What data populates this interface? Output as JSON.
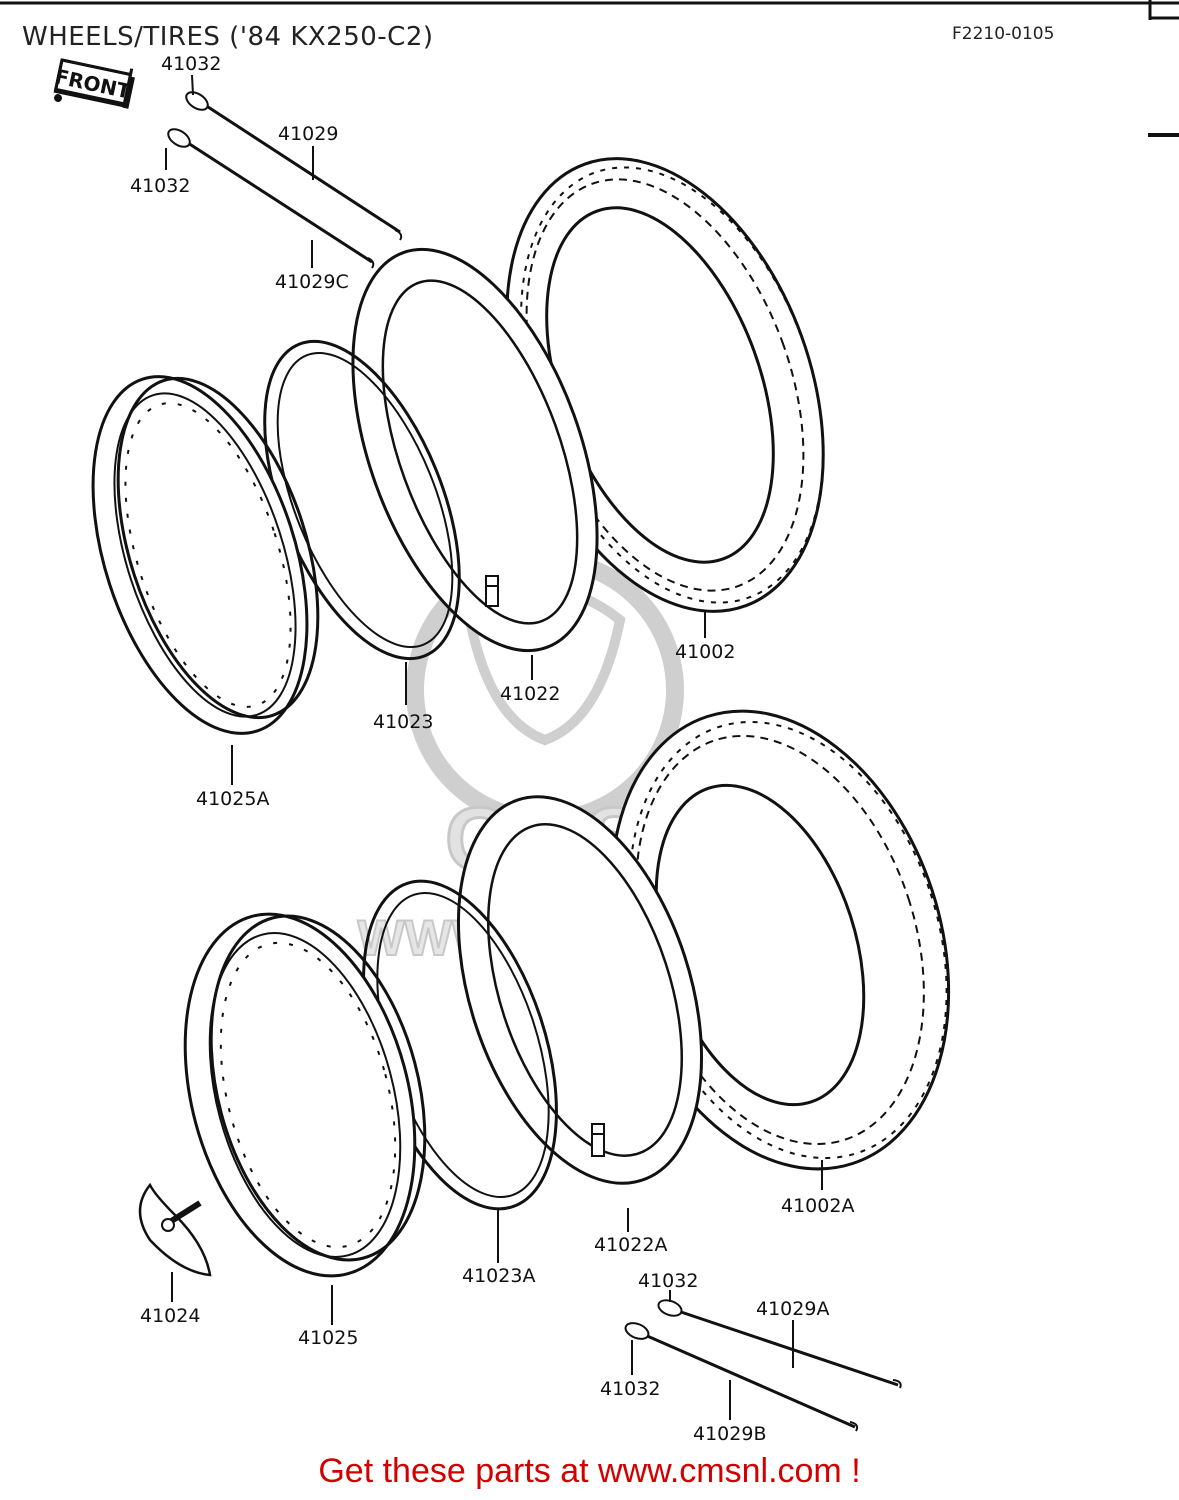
{
  "title": "WHEELS/TIRES ('84 KX250-C2)",
  "diagram_code": "F2210-0105",
  "front_tag": "FRONT",
  "watermark": {
    "text": "WWW.CMSNL.COM",
    "logo_text": "CMS"
  },
  "footer": "Get these parts at www.cmsnl.com !",
  "colors": {
    "footer": "#d40000",
    "ink": "#111111",
    "watermark": "#cfcfcf"
  },
  "parts": {
    "p41032_a": "41032",
    "p41032_b": "41032",
    "p41029": "41029",
    "p41029C": "41029C",
    "p41002": "41002",
    "p41022": "41022",
    "p41023": "41023",
    "p41025A": "41025A",
    "p41002A": "41002A",
    "p41022A": "41022A",
    "p41023A": "41023A",
    "p41024": "41024",
    "p41025": "41025",
    "p41032_c": "41032",
    "p41029A": "41029A",
    "p41032_d": "41032",
    "p41029B": "41029B"
  }
}
